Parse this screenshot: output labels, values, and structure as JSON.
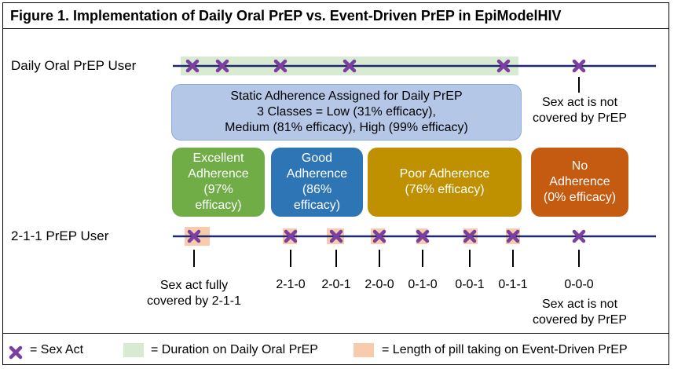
{
  "title": "Figure 1. Implementation of Daily Oral PrEP vs. Event-Driven PrEP in EpiModelHIV",
  "daily_row": {
    "label": "Daily Oral PrEP User",
    "uncovered_note": "Sex act is not\ncovered by PrEP"
  },
  "adherence_box": {
    "text": "Static Adherence Assigned for Daily PrEP\n3 Classes = Low (31% efficacy),\nMedium (81% efficacy), High (99% efficacy)"
  },
  "categories": {
    "excellent": "Excellent\nAdherence\n(97%\nefficacy)",
    "good": "Good\nAdherence\n(86%\nefficacy)",
    "poor": "Poor Adherence\n(76% efficacy)",
    "none": "No\nAdherence\n(0% efficacy)"
  },
  "event_row": {
    "label": "2-1-1 PrEP User",
    "fully_covered_note": "Sex act fully\ncovered by 2-1-1",
    "patterns": [
      "2-1-0",
      "2-0-1",
      "2-0-0",
      "0-1-0",
      "0-0-1",
      "0-1-1",
      "0-0-0"
    ],
    "uncovered_note": "Sex act is not\ncovered by PrEP"
  },
  "legend": {
    "sex_act": "= Sex Act",
    "daily_duration": "= Duration on Daily Oral PrEP",
    "pill_length": "= Length of pill taking on Event-Driven PrEP"
  },
  "colors": {
    "timeline": "#1f2a6b",
    "marker": "#7b3fa0",
    "daily_band": "#d9ead3",
    "pill_band": "#f8cbad",
    "adherence_box": "#b4c7e7",
    "excellent": "#70ad47",
    "good": "#2e75b6",
    "poor": "#bf9000",
    "none": "#c55a11"
  }
}
